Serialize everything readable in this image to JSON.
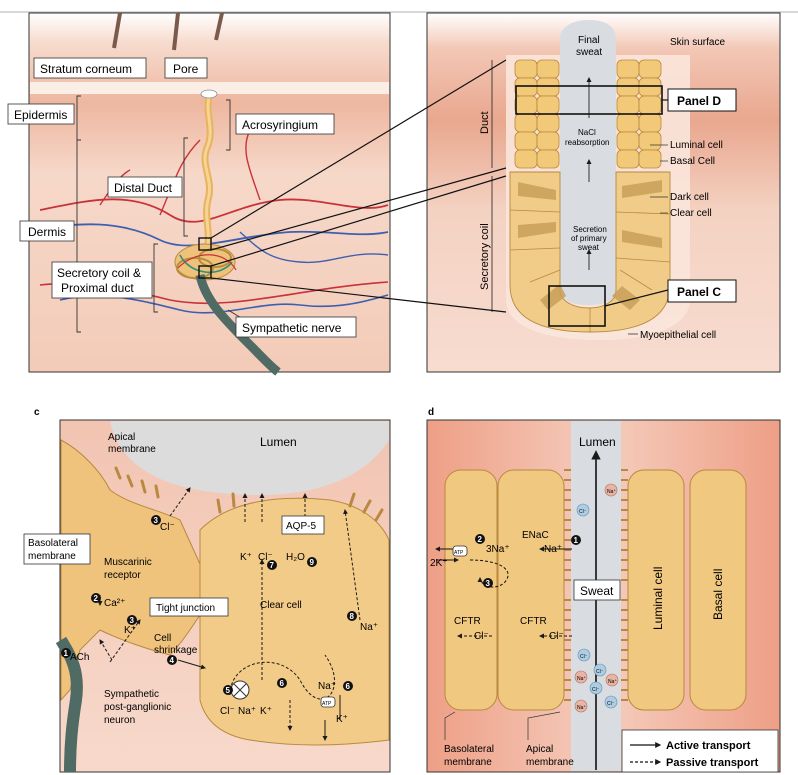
{
  "panel_a": {
    "labels": {
      "stratum_corneum": "Stratum corneum",
      "pore": "Pore",
      "epidermis": "Epidermis",
      "acrosyringium": "Acrosyringium",
      "distal_duct": "Distal Duct",
      "dermis": "Dermis",
      "secretory_coil_1": "Secretory coil &",
      "secretory_coil_2": "Proximal duct",
      "sympathetic_nerve": "Sympathetic nerve"
    }
  },
  "panel_b": {
    "labels": {
      "final_sweat_1": "Final",
      "final_sweat_2": "sweat",
      "skin_surface": "Skin surface",
      "panel_d": "Panel D",
      "duct": "Duct",
      "nacl_1": "NaCl",
      "nacl_2": "reabsorption",
      "luminal_cell": "Luminal cell",
      "basal_cell": "Basal Cell",
      "dark_cell": "Dark cell",
      "clear_cell": "Clear cell",
      "secretion_1": "Secretion",
      "secretion_2": "of primary",
      "secretion_3": "sweat",
      "secretory_coil": "Secretory coil",
      "panel_c": "Panel C",
      "myoepithelial": "Myoepithelial cell"
    }
  },
  "panel_c": {
    "letter": "c",
    "labels": {
      "lumen": "Lumen",
      "apical_1": "Apical",
      "apical_2": "membrane",
      "basolateral_1": "Basolateral",
      "basolateral_2": "membrane",
      "muscarinic_1": "Muscarinic",
      "muscarinic_2": "receptor",
      "ca": "Ca²⁺",
      "k_3": "K⁺",
      "ach": "ACh",
      "tight_junction": "Tight junction",
      "cell_shrinkage_1": "Cell",
      "cell_shrinkage_2": "shrinkage",
      "symp_1": "Sympathetic",
      "symp_2": "post-ganglionic",
      "symp_3": "neuron",
      "cl_3": "Cl⁻",
      "aqp5": "AQP-5",
      "k_7": "K⁺",
      "cl_7": "Cl⁻",
      "h2o": "H₂O",
      "clear_cell": "Clear cell",
      "na_8": "Na⁺",
      "na_6": "Na⁺",
      "k_6": "K⁺",
      "cl_bottom": "Cl⁻",
      "na_bottom": "Na⁺",
      "k_bottom": "K⁺",
      "atp": "ATP"
    },
    "numbers": [
      "1",
      "2",
      "3",
      "4",
      "5",
      "6",
      "7",
      "8",
      "9"
    ]
  },
  "panel_d": {
    "letter": "d",
    "labels": {
      "lumen": "Lumen",
      "three_na": "3Na⁺",
      "two_k": "2K⁺",
      "enac": "ENaC",
      "na_1": "Na⁺",
      "sweat": "Sweat",
      "cftr_left": "CFTR",
      "cl_left": "Cl⁻",
      "cftr_mid": "CFTR",
      "cl_mid": "Cl⁻",
      "luminal_cell": "Luminal cell",
      "basal_cell": "Basal cell",
      "basolateral_1": "Basolateral",
      "basolateral_2": "membrane",
      "apical_1": "Apical",
      "apical_2": "membrane",
      "atp": "ATP",
      "cl_ion": "Cl⁻",
      "na_ion": "Na⁺"
    },
    "legend": {
      "active": "Active transport",
      "passive": "Passive transport"
    },
    "numbers": [
      "1",
      "2",
      "3"
    ]
  },
  "colors": {
    "skin_top": "#f4c9b6",
    "skin_mid": "#eaa98f",
    "dermis": "#f2cdbd",
    "gland": "#f0c77e",
    "gland_dark": "#c9a05a",
    "lumen": "#d9dcdf",
    "nerve": "#4f6b63",
    "vessel_red": "#c8323a",
    "vessel_blue": "#3e5fb0",
    "ion_blue": "#aecde2",
    "ion_pink": "#e8b4a4"
  }
}
